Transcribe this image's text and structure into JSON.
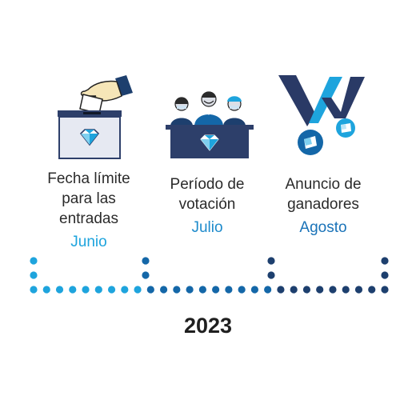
{
  "colors": {
    "light_blue": "#1ea4dd",
    "mid_blue": "#1467a8",
    "dark_blue": "#1d3f6e",
    "navy": "#2a3a66"
  },
  "steps": [
    {
      "label": "Fecha límite\npara las\nentradas",
      "month": "Junio",
      "icon": "ballot-box-icon",
      "color": "#1ea4dd"
    },
    {
      "label": "Período de\nvotación",
      "month": "Julio",
      "icon": "jury-icon",
      "color": "#1e8bcc"
    },
    {
      "label": "Anuncio de\nganadores",
      "month": "Agosto",
      "icon": "award-logo-icon",
      "color": "#1a73b8"
    }
  ],
  "year": "2023"
}
